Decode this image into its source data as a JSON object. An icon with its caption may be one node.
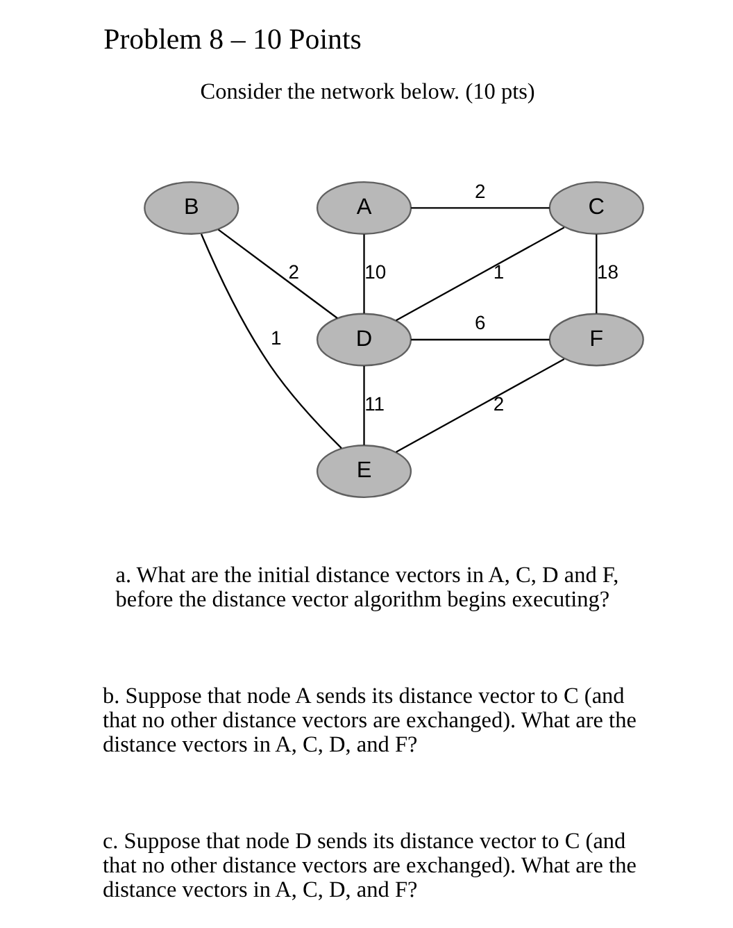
{
  "diagram": {
    "title": "Problem 8 – 10 Points",
    "nodes": [
      {
        "text": [
          "C"
        ]
      },
      {
        "text": [
          "A"
        ]
      },
      {
        "text": [
          "D"
        ]
      },
      {
        "text": [
          "F"
        ]
      },
      {
        "text": [
          "B"
        ]
      },
      {
        "text": [
          "E"
        ]
      }
    ],
    "edges": [
      {
        "from": 1,
        "to": 0,
        "arrow": "none",
        "label": "2"
      },
      {
        "from": 1,
        "to": 2,
        "arrow": "none",
        "label": "10"
      },
      {
        "from": 0,
        "to": 2,
        "arrow": "none",
        "label": "1"
      },
      {
        "from": 0,
        "to": 3,
        "arrow": "none",
        "label": "18"
      },
      {
        "from": 2,
        "to": 3,
        "arrow": "none",
        "label": "6"
      },
      {
        "from": 4,
        "to": 2,
        "arrow": "none",
        "label": "2"
      },
      {
        "from": 2,
        "to": 5,
        "arrow": "none",
        "label": "11"
      },
      {
        "from": 5,
        "to": 3,
        "arrow": "none",
        "label": "2"
      },
      {
        "from": 4,
        "to": 5,
        "arrow": "none",
        "label": "1"
      }
    ],
    "labels": [
      "Consider the network below. (10 pts)",
      "a. What are the initial distance vectors in A, C, D and F, before the distance vector algorithm begins executing?",
      "b. Suppose that node A sends its distance vector to C (and that no other distance vectors are exchanged). What are the distance vectors in A, C, D, and F?",
      "c. Suppose that node D sends its distance vector to C (and that no other distance vectors are exchanged). What are the distance vectors in A, C, D, and F?"
    ]
  }
}
